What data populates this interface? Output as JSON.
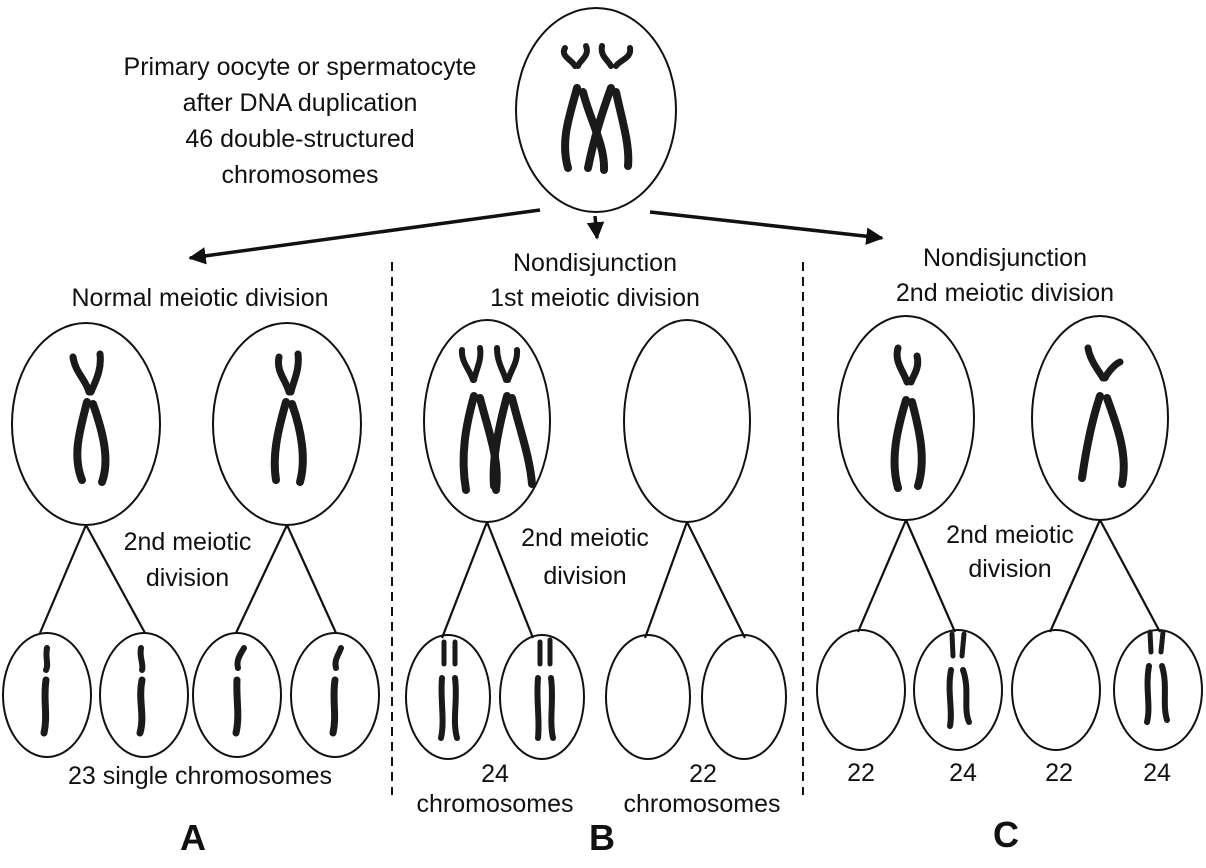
{
  "top": {
    "caption_line1": "Primary oocyte or spermatocyte",
    "caption_line2": "after DNA duplication",
    "caption_line3": "46 double-structured",
    "caption_line4": "chromosomes"
  },
  "panel_a": {
    "heading": "Normal meiotic division",
    "division_line1": "2nd meiotic",
    "division_line2": "division",
    "count": "23 single chromosomes",
    "letter": "A"
  },
  "panel_b": {
    "heading_line1": "Nondisjunction",
    "heading_line2": "1st meiotic division",
    "division_line1": "2nd meiotic",
    "division_line2": "division",
    "count_left_num": "24",
    "count_left_word": "chromosomes",
    "count_right_num": "22",
    "count_right_word": "chromosomes",
    "letter": "B"
  },
  "panel_c": {
    "heading_line1": "Nondisjunction",
    "heading_line2": "2nd meiotic division",
    "division_line1": "2nd meiotic",
    "division_line2": "division",
    "counts": [
      "22",
      "24",
      "22",
      "24"
    ],
    "letter": "C"
  }
}
